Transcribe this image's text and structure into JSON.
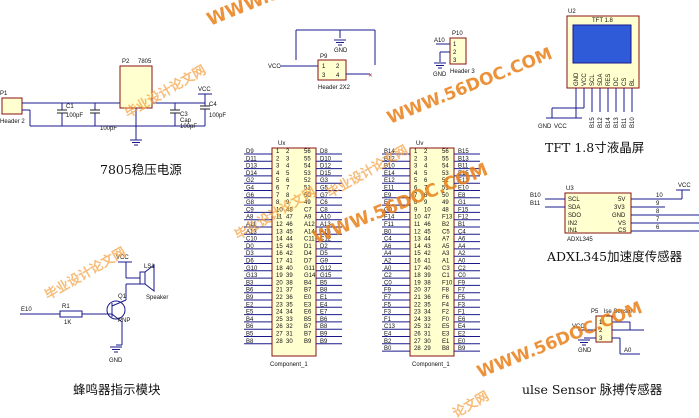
{
  "captions": {
    "regulator": "7805稳压电源",
    "buzzer": "蜂鸣器指示模块",
    "tft": "TFT 1.8寸液晶屏",
    "accel": "ADXL345加速度传感器",
    "pulse": "ulse Sensor  脉搏传感器"
  },
  "watermarks": {
    "domain": "WWW.56DOC.COM",
    "cn": "毕业设计论文网",
    "cn_partial": "论文网"
  },
  "regulator": {
    "header": "P1",
    "header_label": "Header 2",
    "reg_ref": "P2",
    "reg_name": "7805",
    "c1": "C1",
    "c1_val": "100pF",
    "c2_val": "100pF",
    "c3": "C3",
    "c3_val": "Cap",
    "c3_val2": "100pF",
    "c4": "C4",
    "c4_val": "100pF",
    "vcc": "VCC",
    "gnd": "GND"
  },
  "p9": {
    "ref": "P9",
    "label": "Header 2X2",
    "pins": [
      "1",
      "2",
      "3",
      "4"
    ],
    "vcc": "VCC",
    "gnd": "GND"
  },
  "p10": {
    "ref": "P10",
    "label": "Header 3",
    "net": "A10",
    "pins": [
      "1",
      "2",
      "3"
    ],
    "gnd": "GND"
  },
  "tft": {
    "ref": "U2",
    "title": "TFT 1.8",
    "pins": [
      "GND",
      "VCC",
      "SCL",
      "SDA",
      "RES",
      "DC",
      "CS",
      "BL"
    ],
    "nets": [
      "B15",
      "B12",
      "B14",
      "B13",
      "B11",
      "B10"
    ],
    "gnd": "GND",
    "vcc": "VCC"
  },
  "buzzer": {
    "ref": "LS1",
    "label": "Speaker",
    "q": "Q1",
    "q_type": "PNP",
    "r": "R1",
    "r_val": "1K",
    "net": "E10",
    "vcc": "VCC",
    "gnd": "GND"
  },
  "header_left": {
    "ref": "Ux",
    "label": "Component_1",
    "rows": [
      [
        "D9",
        "1",
        "2",
        "56",
        "D8"
      ],
      [
        "D11",
        "2",
        "3",
        "55",
        "D10"
      ],
      [
        "D13",
        "3",
        "4",
        "54",
        "D12"
      ],
      [
        "D14",
        "4",
        "5",
        "53",
        "D15"
      ],
      [
        "G2",
        "5",
        "6",
        "52",
        "G3"
      ],
      [
        "G4",
        "6",
        "7",
        "51",
        "G5"
      ],
      [
        "G6",
        "7",
        "8",
        "50",
        "G7"
      ],
      [
        "G8",
        "8",
        "9",
        "49",
        "C6"
      ],
      [
        "C9",
        "10",
        "48",
        "C7",
        "C8"
      ],
      [
        "A8",
        "11",
        "47",
        "A9",
        "A10"
      ],
      [
        "A11",
        "12",
        "46",
        "A12",
        "A13"
      ],
      [
        "A13",
        "13",
        "45",
        "A14",
        "A15"
      ],
      [
        "C10",
        "14",
        "44",
        "C11",
        "C12"
      ],
      [
        "D0",
        "15",
        "43",
        "D1",
        "D2"
      ],
      [
        "D3",
        "16",
        "42",
        "D4",
        "D5"
      ],
      [
        "D6",
        "17",
        "41",
        "D7",
        "G9"
      ],
      [
        "G10",
        "18",
        "40",
        "G11",
        "G12"
      ],
      [
        "G13",
        "19",
        "39",
        "G14",
        "G15"
      ],
      [
        "B3",
        "20",
        "38",
        "B4",
        "B5"
      ],
      [
        "B6",
        "21",
        "37",
        "B7",
        "B8"
      ],
      [
        "B9",
        "22",
        "36",
        "E0",
        "E1"
      ],
      [
        "E2",
        "23",
        "35",
        "E3",
        "E4"
      ],
      [
        "E5",
        "24",
        "34",
        "E6",
        "E7"
      ],
      [
        "B4",
        "25",
        "33",
        "B5",
        "B6"
      ],
      [
        "B6",
        "26",
        "32",
        "B7",
        "B8"
      ],
      [
        "B5",
        "27",
        "31",
        "B7",
        "B9"
      ],
      [
        "B8",
        "28",
        "30",
        "B9",
        "B9"
      ]
    ]
  },
  "header_right": {
    "ref": "Uv",
    "label": "Component_1",
    "rows": [
      [
        "B14",
        "1",
        "2",
        "56",
        "B15"
      ],
      [
        "B12",
        "2",
        "3",
        "55",
        "B13"
      ],
      [
        "B10",
        "3",
        "4",
        "54",
        "B11"
      ],
      [
        "E14",
        "4",
        "5",
        "53",
        "E15"
      ],
      [
        "E12",
        "5",
        "6",
        "52",
        "E13"
      ],
      [
        "E11",
        "6",
        "7",
        "51",
        "E10"
      ],
      [
        "E9",
        "7",
        "8",
        "50",
        "E8"
      ],
      [
        "E7",
        "8",
        "9",
        "49",
        "G1"
      ],
      [
        "G0",
        "9",
        "10",
        "48",
        "F15"
      ],
      [
        "F14",
        "10",
        "47",
        "F13",
        "F12"
      ],
      [
        "F11",
        "11",
        "46",
        "B2",
        "B1"
      ],
      [
        "B0",
        "12",
        "45",
        "C5",
        "C4"
      ],
      [
        "C4",
        "13",
        "44",
        "A7",
        "A6"
      ],
      [
        "A6",
        "14",
        "43",
        "A5",
        "A4"
      ],
      [
        "A4",
        "15",
        "42",
        "A3",
        "A2"
      ],
      [
        "A2",
        "16",
        "41",
        "A1",
        "A0"
      ],
      [
        "A0",
        "17",
        "40",
        "C3",
        "C2"
      ],
      [
        "C2",
        "18",
        "39",
        "C1",
        "C0"
      ],
      [
        "C0",
        "19",
        "38",
        "F10",
        "F9"
      ],
      [
        "F9",
        "20",
        "37",
        "F8",
        "F7"
      ],
      [
        "F7",
        "21",
        "36",
        "F6",
        "F5"
      ],
      [
        "F5",
        "22",
        "35",
        "F4",
        "F3"
      ],
      [
        "F3",
        "23",
        "34",
        "F2",
        "F1"
      ],
      [
        "F1",
        "24",
        "33",
        "F0",
        "E6"
      ],
      [
        "C13",
        "25",
        "32",
        "E5",
        "E4"
      ],
      [
        "E4",
        "26",
        "31",
        "E3",
        "E2"
      ],
      [
        "B2",
        "27",
        "30",
        "E1",
        "E0"
      ],
      [
        "B0",
        "28",
        "29",
        "B8",
        "B9"
      ]
    ]
  },
  "accel": {
    "ref": "U3",
    "label": "ADXL345",
    "pins_left": [
      "SCL",
      "SDA",
      "SDO",
      "IN2",
      "IN1"
    ],
    "pins_right": [
      "5V",
      "3V3",
      "GND",
      "VS",
      "CS"
    ],
    "nums_right": [
      "10",
      "9",
      "8",
      "7",
      "6"
    ],
    "nets": [
      "B10",
      "B11"
    ],
    "vcc": "VCC"
  },
  "pulse": {
    "ref": "P5",
    "label": "lse Sensor",
    "pins": [
      "1",
      "2",
      "3"
    ],
    "net": "A0",
    "vcc": "VCC",
    "gnd": "GND"
  }
}
